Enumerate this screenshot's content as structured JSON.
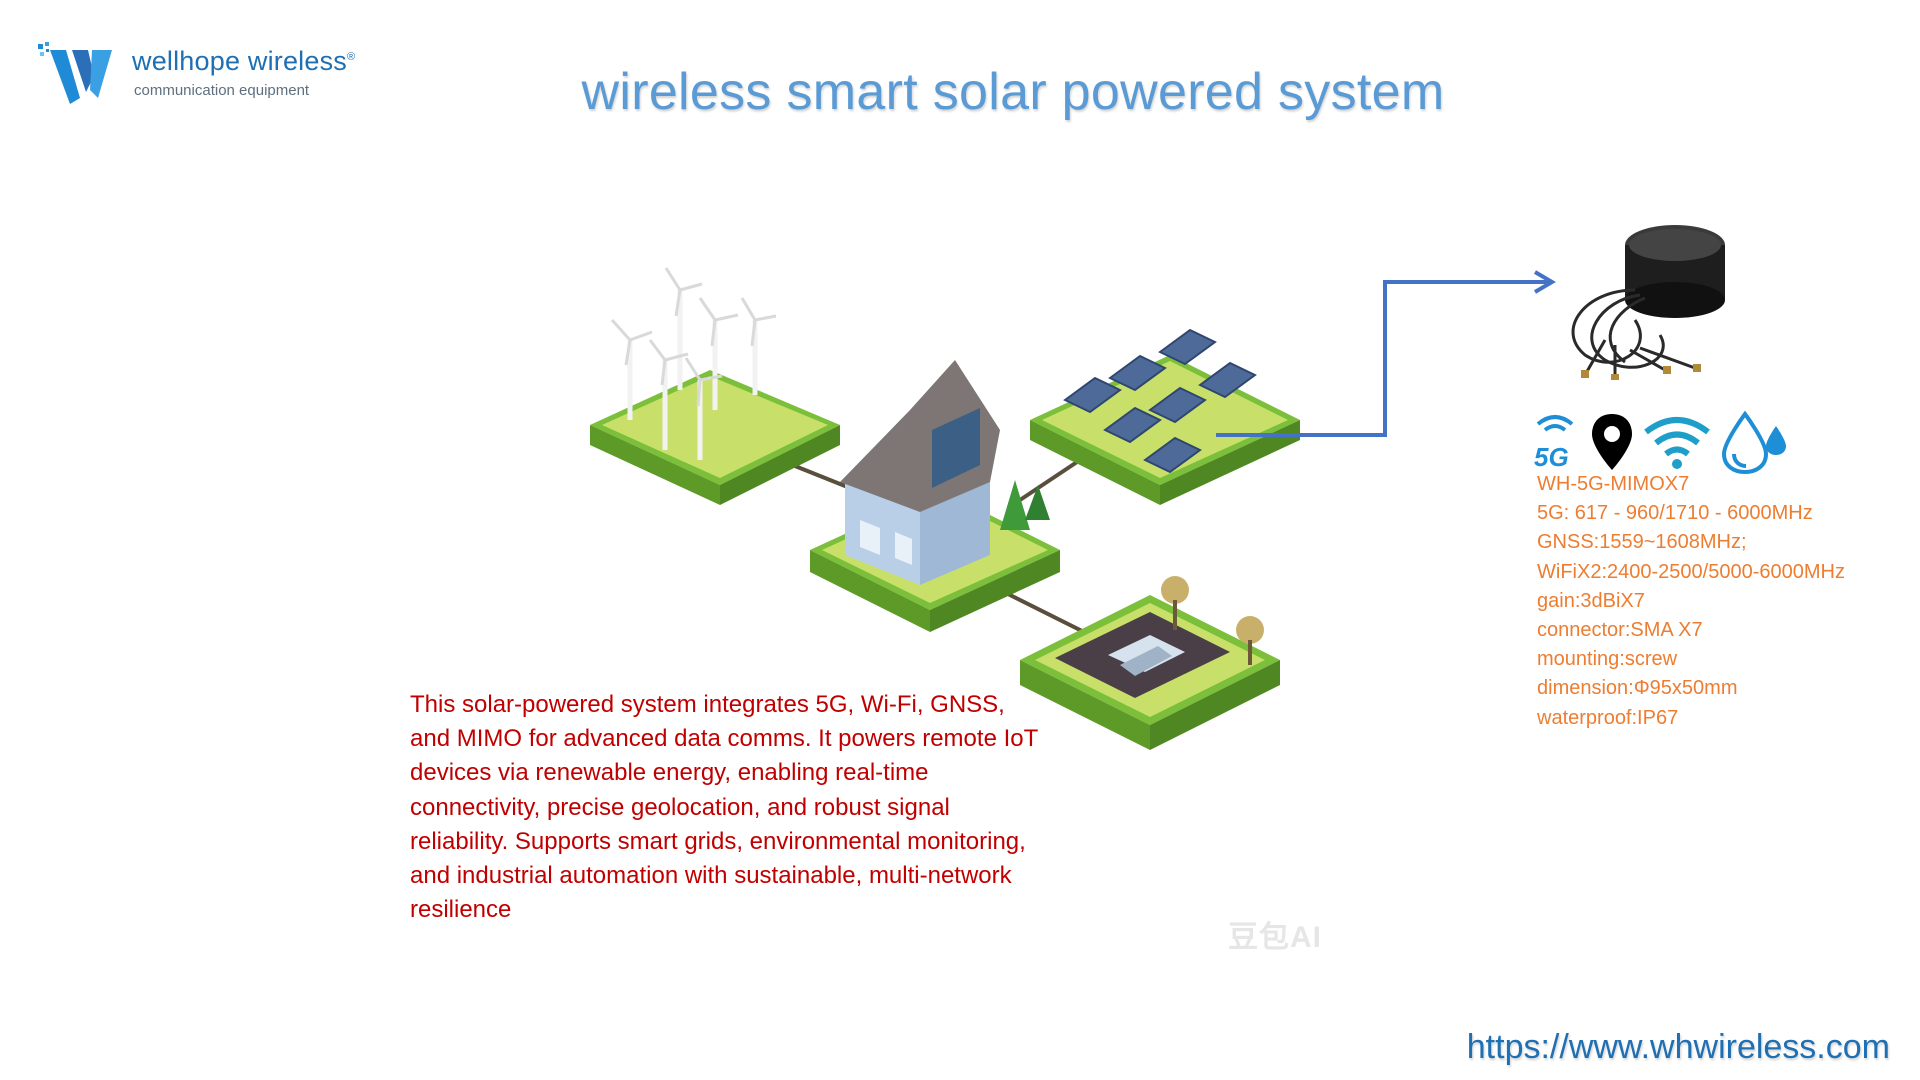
{
  "logo": {
    "name": "wellhope wireless",
    "registered": "®",
    "tagline": "communication equipment"
  },
  "title": "wireless smart solar powered system",
  "description": "This solar-powered system integrates 5G, Wi-Fi, GNSS, and MIMO for advanced data comms. It powers remote IoT devices via renewable energy, enabling real-time connectivity, precise geolocation, and robust signal reliability. Supports smart grids, environmental monitoring, and industrial automation with sustainable, multi-network resilience",
  "icons": {
    "fiveg_label": "5G",
    "names": [
      "5g-icon",
      "location-pin-icon",
      "wifi-icon",
      "water-drop-icon"
    ]
  },
  "specs": [
    "WH-5G-MIMOX7",
    "5G: 617 - 960/1710 - 6000MHz",
    "GNSS:1559~1608MHz;",
    "WiFiX2:2400-2500/5000-6000MHz",
    "gain:3dBiX7",
    "connector:SMA X7",
    "mounting:screw",
    "dimension:Φ95x50mm",
    "waterproof:IP67"
  ],
  "watermark": "豆包AI",
  "url": "https://www.whwireless.com",
  "colors": {
    "title": "#5b9bd5",
    "description": "#c00000",
    "specs": "#ed7d31",
    "url": "#1f6fb3",
    "arrow": "#4472c4"
  }
}
